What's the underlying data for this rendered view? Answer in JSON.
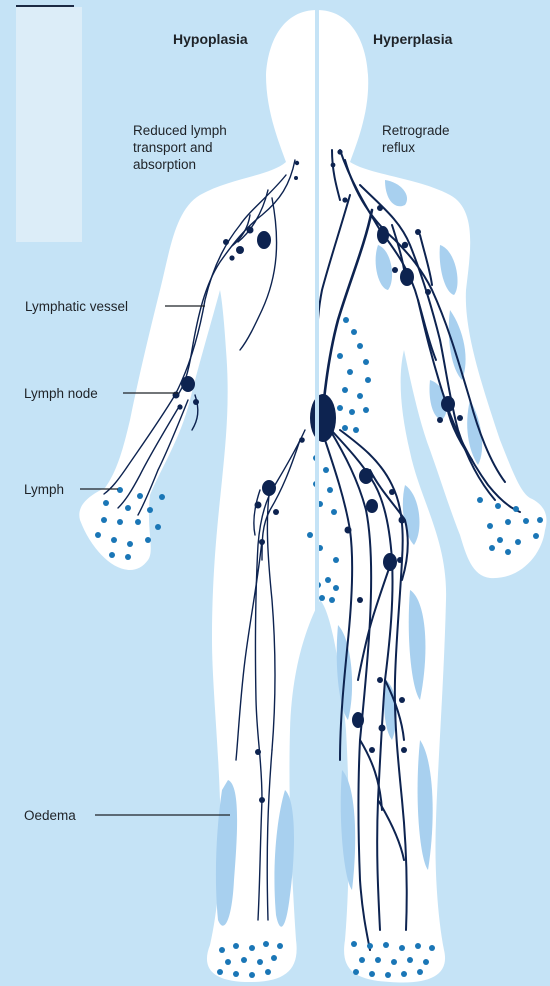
{
  "headers": {
    "left": "Hypoplasia",
    "right": "Hyperplasia"
  },
  "annotations": {
    "reduced": "Reduced lymph\ntransport and\nabsorption",
    "retrograde": "Retrograde\nreflux"
  },
  "labels": {
    "vessel": "Lymphatic vessel",
    "node": "Lymph node",
    "lymph": "Lymph",
    "oedema": "Oedema"
  },
  "colors": {
    "background": "#c5e3f6",
    "body": "#ffffff",
    "vessel": "#0d2350",
    "lymph": "#1a76b6",
    "oedema": "#a8d0ef",
    "divider": "#c5e3f6"
  }
}
